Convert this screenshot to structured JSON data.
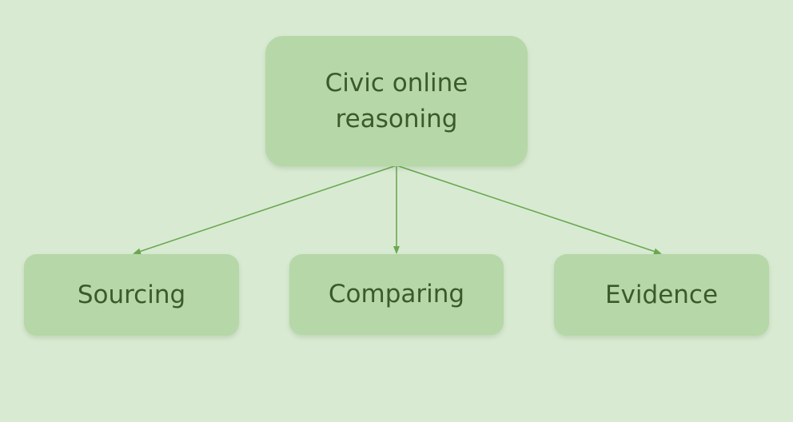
{
  "diagram": {
    "root": {
      "label": "Civic online reasoning"
    },
    "children": [
      {
        "label": "Sourcing"
      },
      {
        "label": "Comparing"
      },
      {
        "label": "Evidence"
      }
    ],
    "colors": {
      "background": "#d9ead3",
      "node_fill": "#b6d7a8",
      "text": "#3b5a2a",
      "connector": "#6aa84f"
    }
  }
}
